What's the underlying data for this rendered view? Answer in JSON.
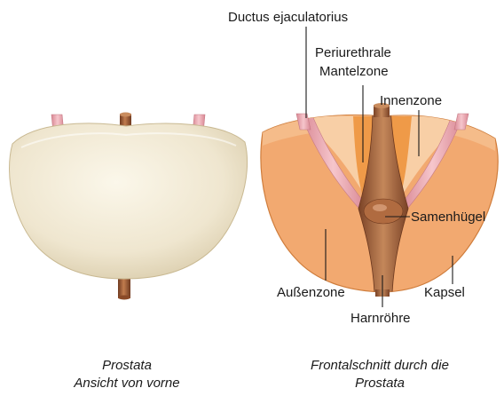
{
  "labels": {
    "ductus": "Ductus ejaculatorius",
    "periurethrale_1": "Periurethrale",
    "periurethrale_2": "Mantelzone",
    "innenzone": "Innenzone",
    "samenhuegel": "Samenhügel",
    "aussenzone": "Außenzone",
    "kapsel": "Kapsel",
    "harnroehre": "Harnröhre"
  },
  "captions": {
    "left_line1": "Prostata",
    "left_line2": "Ansicht von vorne",
    "right_line1": "Frontalschnitt durch die",
    "right_line2": "Prostata"
  },
  "colors": {
    "gland_surface": "#efe6cf",
    "outer_zone": "#f2a970",
    "inner_zone": "#f8cfa6",
    "mantle_zone": "#ef9a48",
    "urethra": "#a8653d",
    "ducts": "#e8a0a8"
  }
}
